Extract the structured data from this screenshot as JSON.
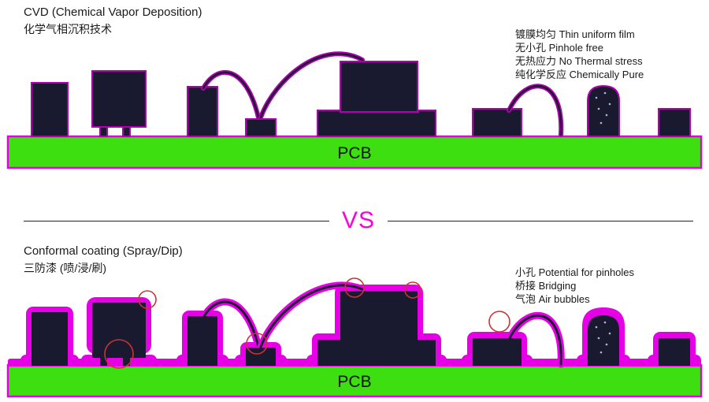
{
  "colors": {
    "pcb_green": "#3ddf10",
    "component": "#191930",
    "cvd_film": "#b000b0",
    "coating": "#e600e6",
    "vs": "#ff00dd",
    "defect_circle": "#cc3333",
    "text": "#1a1a1a"
  },
  "cvd_panel": {
    "title": "CVD (Chemical Vapor Deposition)",
    "subtitle": "化学气相沉积技术",
    "features": [
      "镀膜均匀 Thin uniform film",
      "无小孔 Pinhole free",
      "无热应力 No Thermal stress",
      "纯化学反应 Chemically Pure"
    ],
    "pcb_label": "PCB"
  },
  "vs_label": "VS",
  "coating_panel": {
    "title": "Conformal coating (Spray/Dip)",
    "subtitle": "三防漆 (喷/浸/刷)",
    "issues": [
      "小孔 Potential for pinholes",
      "桥接 Bridging",
      "气泡 Air bubbles"
    ],
    "pcb_label": "PCB"
  }
}
